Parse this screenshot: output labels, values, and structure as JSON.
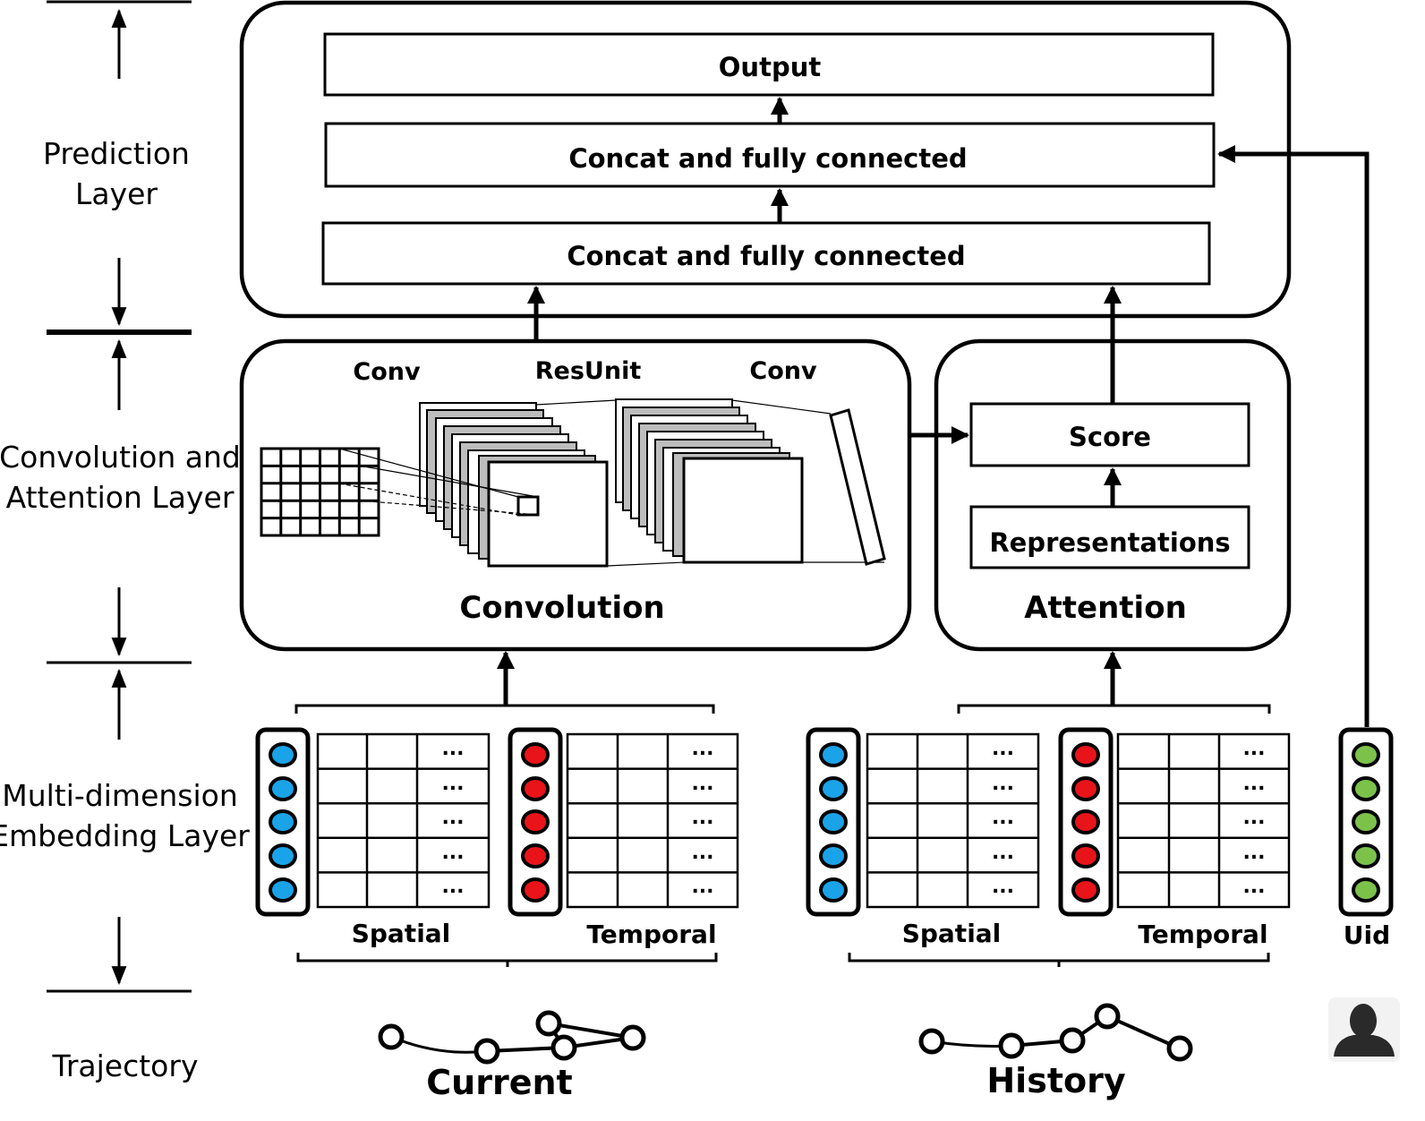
{
  "layers": {
    "prediction": [
      "Prediction",
      "Layer"
    ],
    "conv_attention": [
      "Convolution and",
      "Attention Layer"
    ],
    "embedding": [
      "Multi-dimension",
      "Embedding Layer"
    ],
    "trajectory": "Trajectory"
  },
  "prediction_block": {
    "output": "Output",
    "concat_top": "Concat and fully connected",
    "concat_bottom": "Concat and fully connected"
  },
  "convolution_block": {
    "conv_left": "Conv",
    "resunit": "ResUnit",
    "conv_right": "Conv",
    "title": "Convolution"
  },
  "attention_block": {
    "score": "Score",
    "representations": "Representations",
    "title": "Attention"
  },
  "embedding": {
    "current": {
      "spatial": "Spatial",
      "temporal": "Temporal"
    },
    "history": {
      "spatial": "Spatial",
      "temporal": "Temporal"
    },
    "uid": "Uid",
    "ellipsis": "...",
    "colors": {
      "spatial": "#1aa3e8",
      "temporal": "#e8141a",
      "uid": "#7cc24a"
    }
  },
  "trajectory": {
    "current": "Current",
    "history": "History"
  },
  "icons": {
    "user": "user-silhouette-icon"
  }
}
